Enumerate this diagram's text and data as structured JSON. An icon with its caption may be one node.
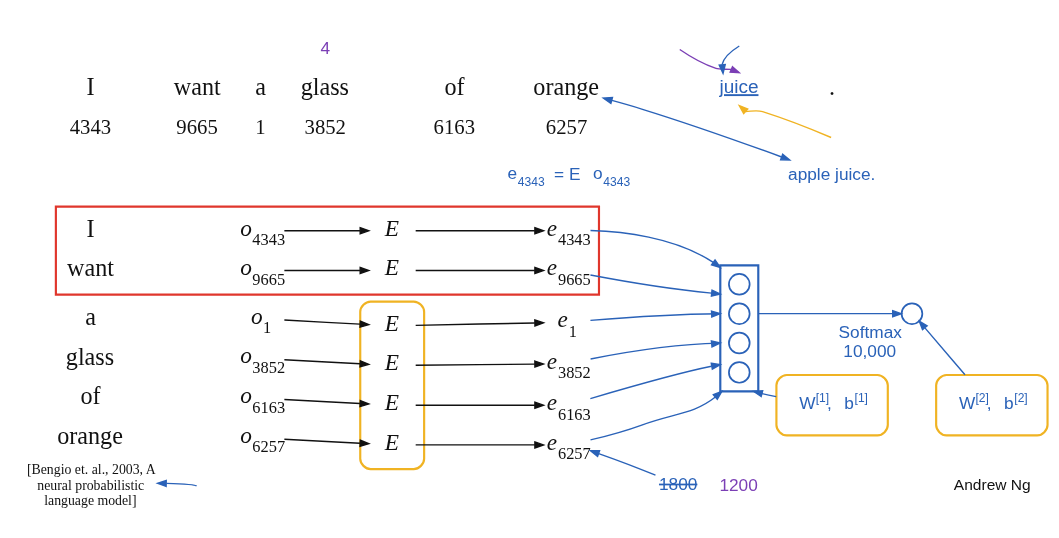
{
  "diagram": {
    "nodes": [
      {
        "text": [
          "orange"
        ]
      },
      {
        "text": [
          "juice"
        ]
      },
      {
        "text": [
          "apple juice."
        ]
      },
      {
        "text": [],
        "shape": "box"
      },
      {
        "text": [
          "o$_{4343}$"
        ],
        "in": 3
      },
      {
        "text": [
          "E"
        ],
        "in": 3
      },
      {
        "text": [
          "e$_{4343}$"
        ],
        "in": 3
      },
      {
        "text": [
          "o$_{9665}$"
        ],
        "in": 3
      },
      {
        "text": [
          "E"
        ],
        "in": 3
      },
      {
        "text": [
          "e$_{9665}$"
        ],
        "in": 3
      },
      {
        "text": [],
        "shape": "box"
      },
      {
        "text": [
          "o$_{1}$"
        ]
      },
      {
        "text": [
          "E"
        ],
        "in": 10
      },
      {
        "text": [
          "e$_{1}$"
        ]
      },
      {
        "text": [
          "o$_{3852}$"
        ]
      },
      {
        "text": [
          "E"
        ],
        "in": 10
      },
      {
        "text": [
          "e$_{3852}$"
        ]
      },
      {
        "text": [
          "o$_{6163}$"
        ]
      },
      {
        "text": [
          "E"
        ],
        "in": 10
      },
      {
        "text": [
          "e$_{6163}$"
        ]
      },
      {
        "text": [
          "o$_{6257}$"
        ]
      },
      {
        "text": [
          "E"
        ],
        "in": 10
      },
      {
        "text": [
          "e$_{6257}$"
        ]
      },
      {
        "text": [],
        "shape": "box"
      },
      {
        "text": [],
        "shape": "circle",
        "in": 23
      },
      {
        "text": [],
        "shape": "circle",
        "in": 23
      },
      {
        "text": [],
        "shape": "circle",
        "in": 23
      },
      {
        "text": [],
        "shape": "circle",
        "in": 23
      },
      {
        "text": [],
        "shape": "circle",
        "beside": [
          "Softmax",
          "10,000"
        ]
      },
      {
        "text": [
          "W$^{[1]}$, b$^{[1]}$"
        ]
      },
      {
        "text": [
          "W$^{[2]}$, b$^{[2]}$"
        ]
      },
      {
        "text": [
          "1800"
        ]
      },
      {
        "text": [
          "[Bengio et. al., 2003, A neural probabilistic language model]"
        ]
      }
    ],
    "edges": [
      {
        "from": 4,
        "to": 5,
        "arrow": "to",
        "color": "#111111"
      },
      {
        "from": 5,
        "to": 6,
        "arrow": "to",
        "color": "#111111"
      },
      {
        "from": 7,
        "to": 8,
        "arrow": "to",
        "color": "#111111"
      },
      {
        "from": 8,
        "to": 9,
        "arrow": "to",
        "color": "#111111"
      },
      {
        "from": 11,
        "to": 12,
        "arrow": "to",
        "color": "#111111"
      },
      {
        "from": 12,
        "to": 13,
        "arrow": "to",
        "color": "#111111"
      },
      {
        "from": 14,
        "to": 15,
        "arrow": "to",
        "color": "#111111"
      },
      {
        "from": 15,
        "to": 16,
        "arrow": "to",
        "color": "#111111"
      },
      {
        "from": 17,
        "to": 18,
        "arrow": "to",
        "color": "#111111"
      },
      {
        "from": 18,
        "to": 19,
        "arrow": "to",
        "color": "#111111"
      },
      {
        "from": 20,
        "to": 21,
        "arrow": "to",
        "color": "#111111"
      },
      {
        "from": 21,
        "to": 22,
        "arrow": "to",
        "color": "#111111"
      },
      {
        "from": 6,
        "to": 23,
        "arrow": "to",
        "color": "#2a62b8"
      },
      {
        "from": 9,
        "to": 23,
        "arrow": "to",
        "color": "#2a62b8"
      },
      {
        "from": 13,
        "to": 23,
        "arrow": "to",
        "color": "#2a62b8"
      },
      {
        "from": 16,
        "to": 23,
        "arrow": "to",
        "color": "#2a62b8"
      },
      {
        "from": 19,
        "to": 23,
        "arrow": "to",
        "color": "#2a62b8"
      },
      {
        "from": 22,
        "to": 23,
        "arrow": "to",
        "color": "#2a62b8"
      },
      {
        "from": 23,
        "to": 28,
        "arrow": "to",
        "color": "#2a62b8"
      },
      {
        "from": 29,
        "to": 23,
        "arrow": "to",
        "color": "#2a62b8"
      },
      {
        "from": 30,
        "to": 28,
        "arrow": "to",
        "color": "#2a62b8"
      },
      {
        "from": 0,
        "to": 2,
        "arrow": "both",
        "color": "#2a62b8"
      },
      {
        "from": null,
        "to": 1,
        "arrow": "to",
        "color": "#f0b323"
      },
      {
        "from": null,
        "to": 1,
        "arrow": "to",
        "color": "#7b3fb5"
      },
      {
        "from": null,
        "to": 1,
        "arrow": "to",
        "color": "#2a62b8"
      },
      {
        "from": 31,
        "to": 22,
        "arrow": "to",
        "color": "#2a62b8"
      },
      {
        "from": null,
        "to": 32,
        "arrow": "to",
        "color": "#2a62b8"
      }
    ],
    "labels": [
      "4",
      "I",
      "want",
      "a",
      "glass",
      "of",
      ".",
      "4343",
      "9665",
      "1",
      "3852",
      "6163",
      "6257",
      "e$_{4343}$ = E o$_{4343}$",
      "I",
      "want",
      "a",
      "glass",
      "of",
      "orange",
      "1200",
      "Andrew Ng"
    ]
  }
}
